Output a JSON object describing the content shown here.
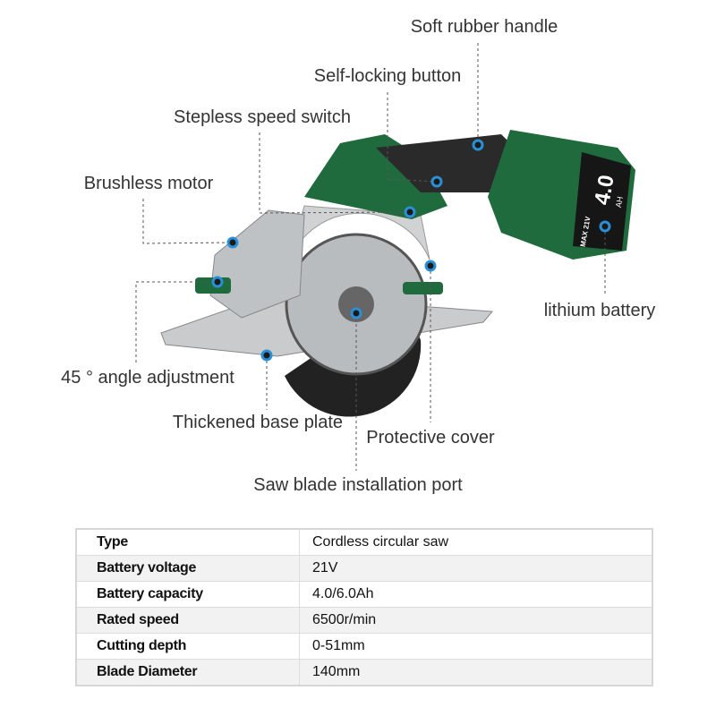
{
  "callouts": {
    "soft_rubber_handle": "Soft rubber handle",
    "self_locking_button": "Self-locking button",
    "stepless_speed_switch": "Stepless speed switch",
    "brushless_motor": "Brushless motor",
    "lithium_battery": "lithium battery",
    "angle_adjustment": "45 ° angle adjustment",
    "thickened_base_plate": "Thickened base plate",
    "protective_cover": "Protective cover",
    "blade_port": "Saw blade installation port"
  },
  "battery_marking": {
    "capacity": "4.0",
    "unit": "AH",
    "voltage": "MAX 21V"
  },
  "colors": {
    "body_green": "#1f6b3e",
    "dot_blue": "#2a8fd6"
  },
  "specs": [
    {
      "key": "Type",
      "value": "Cordless circular saw"
    },
    {
      "key": "Battery voltage",
      "value": "21V"
    },
    {
      "key": "Battery capacity",
      "value": "4.0/6.0Ah"
    },
    {
      "key": "Rated speed",
      "value": "6500r/min"
    },
    {
      "key": "Cutting depth",
      "value": "0-51mm"
    },
    {
      "key": "Blade Diameter",
      "value": "140mm"
    }
  ]
}
